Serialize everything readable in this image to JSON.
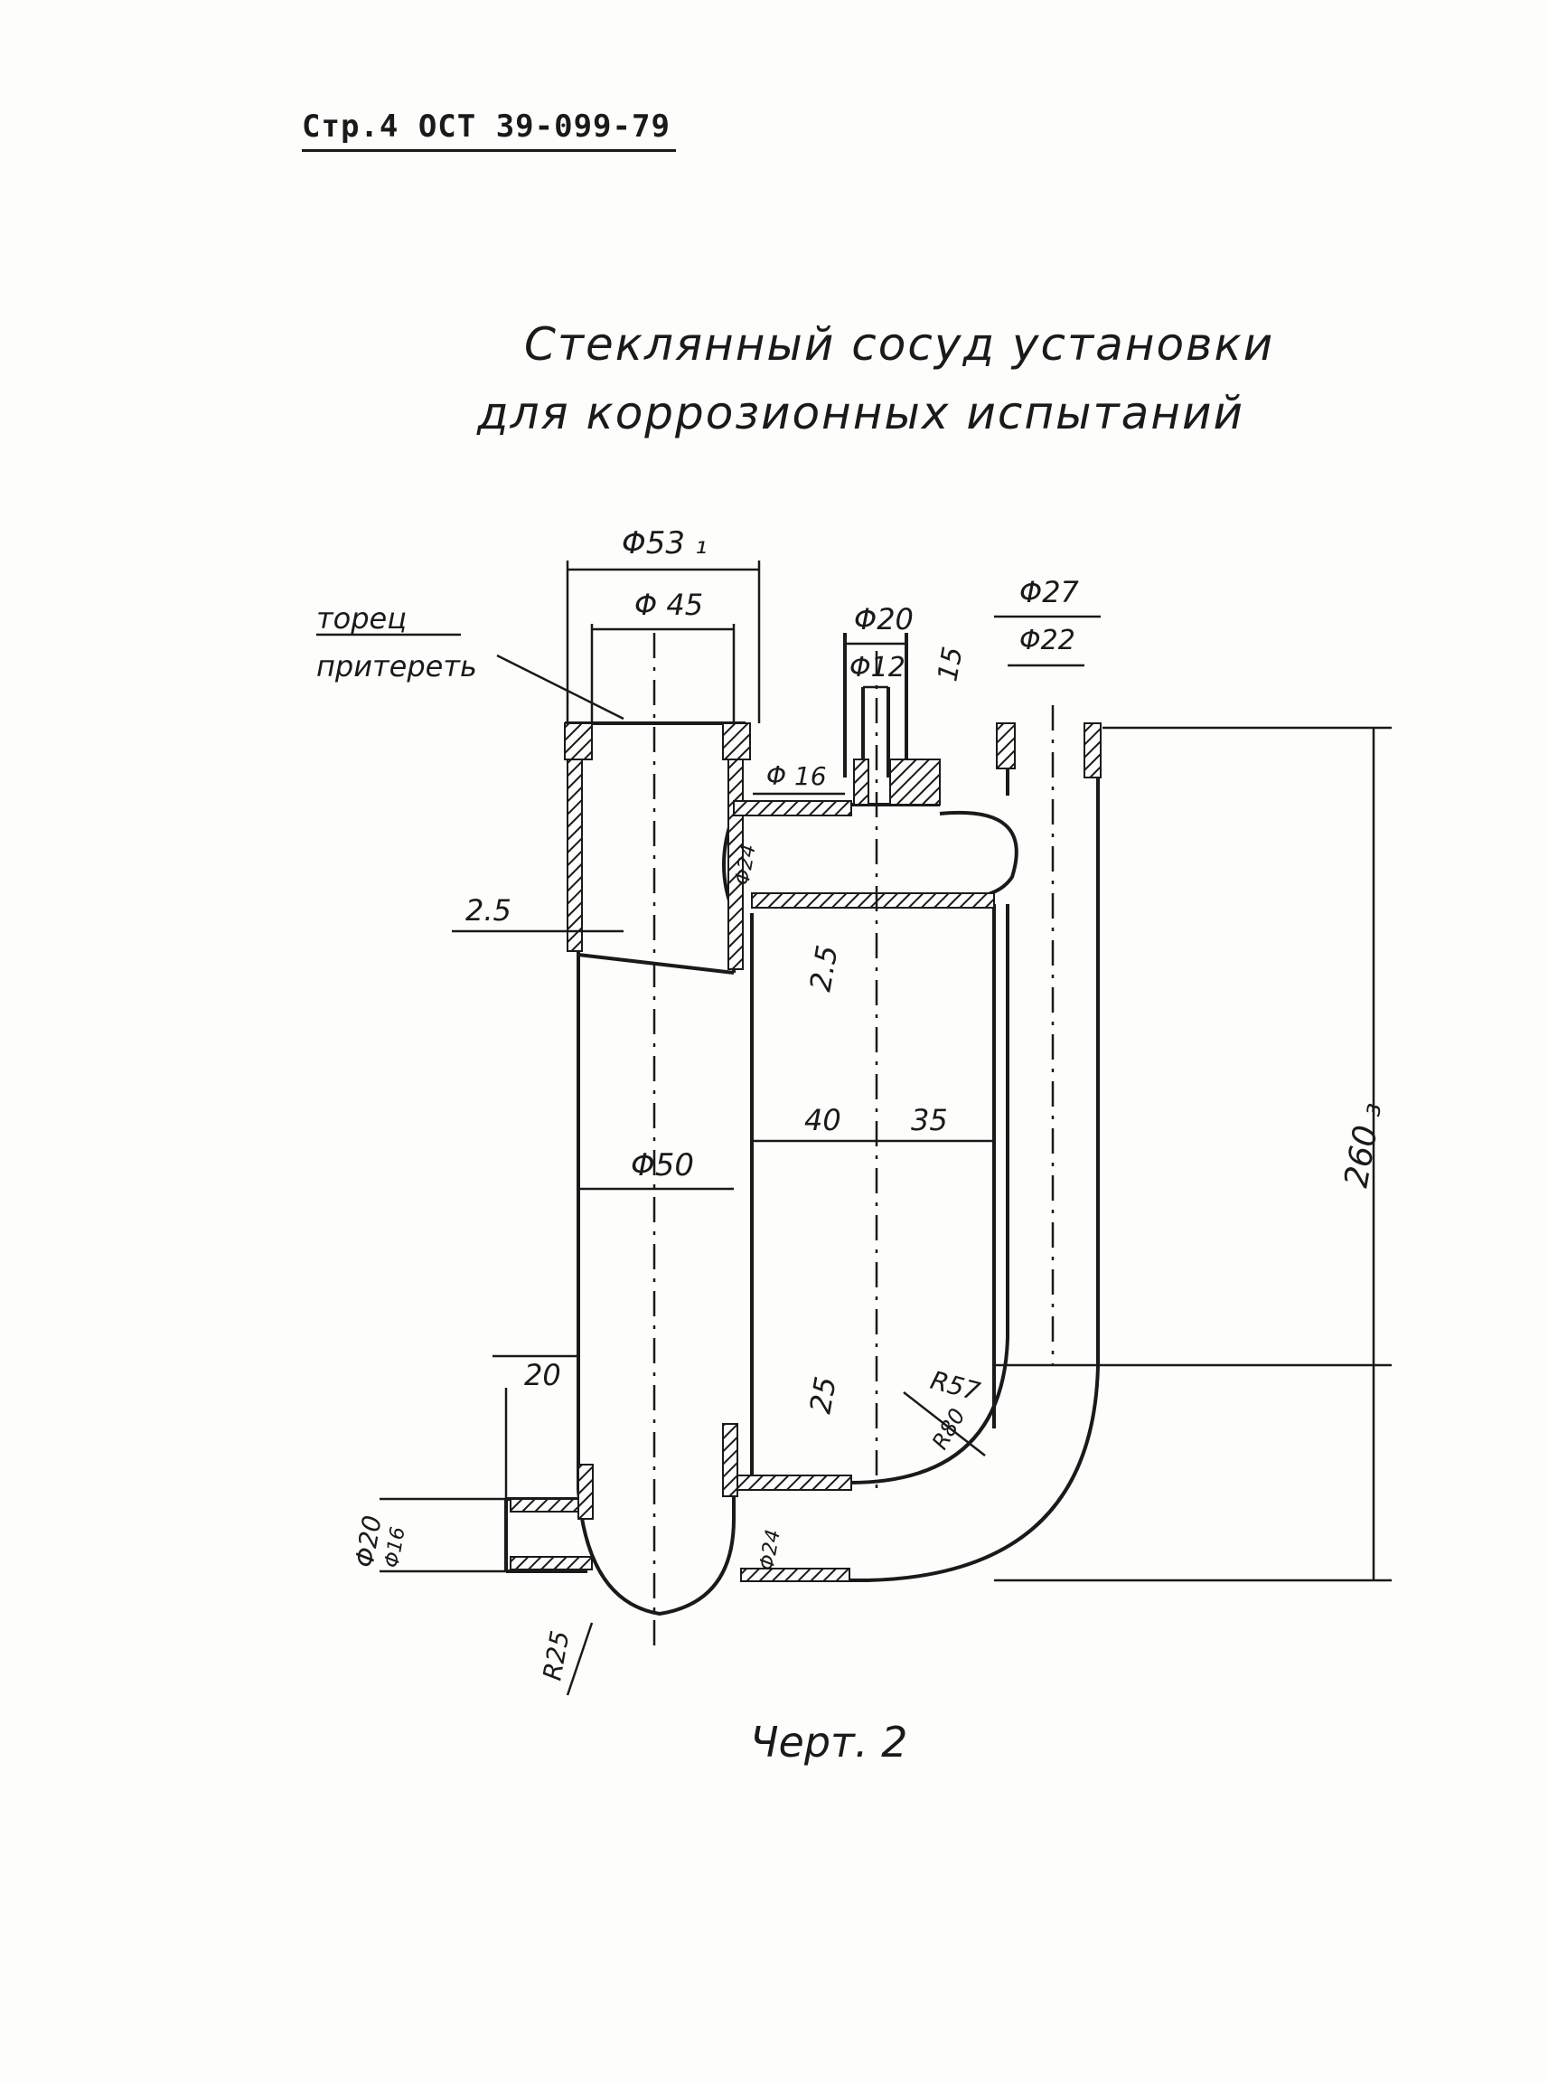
{
  "header": {
    "page_ref": "Стр.4  ОСТ 39-099-79"
  },
  "title": {
    "line1": "Стеклянный   сосуд  установки",
    "line2": "для   коррозионных   испытаний"
  },
  "note": {
    "line1": "торец",
    "line2": "притереть"
  },
  "dimensions": {
    "d53": "Φ53 ₁",
    "d45": "Φ 45",
    "d20_top": "Φ20",
    "d12": "Φ12",
    "h15": "15",
    "d27": "Φ27",
    "d22": "Φ22",
    "d16": "Φ 16",
    "d24": "Φ24",
    "wall25_left": "2.5",
    "wall25_mid": "2.5",
    "d50": "Φ50",
    "d40": "40",
    "d35": "35",
    "h260": "260 ₃",
    "w20": "20",
    "h25": "25",
    "r57": "R57",
    "r80": "R80",
    "d20_side": "Φ20",
    "d16_side": "Φ16",
    "d24_bottom": "Φ24",
    "r25": "R25"
  },
  "caption": "Черт. 2",
  "colors": {
    "ink": "#1a1a1a",
    "paper": "#fdfdfb",
    "hatch": "#1a1a1a"
  }
}
